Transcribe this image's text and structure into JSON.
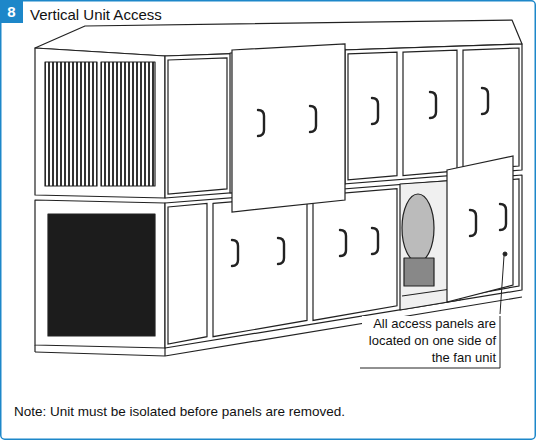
{
  "diagram": {
    "title": "Vertical Unit Access",
    "nodes": [
      {
        "text": [
          "8"
        ]
      }
    ],
    "labels": [
      "All access panels are located on one side of the fan unit",
      "Note: Unit must be isolated before panels are removed."
    ]
  }
}
